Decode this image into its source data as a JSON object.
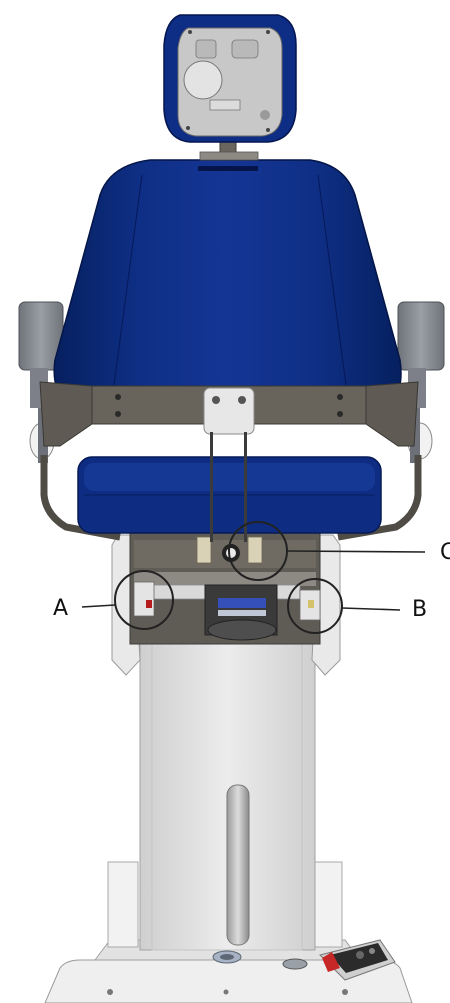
{
  "diagram": {
    "callouts": [
      {
        "id": "A",
        "label": "A"
      },
      {
        "id": "B",
        "label": "B"
      },
      {
        "id": "C",
        "label": "C"
      }
    ]
  },
  "colors": {
    "upholstery": "#0b2a7e",
    "upholstery_dark": "#061a57",
    "upholstery_light": "#1b3fa0",
    "frame_metal": "#6a665e",
    "column": "#e4e4e4",
    "base": "#f0f0f0",
    "armrest": "#8a8d94",
    "callout_line": "#222222",
    "foot_switch_red": "#c62828"
  },
  "icons": [
    "headrest",
    "backrest",
    "seat-cushion",
    "armrest-left",
    "armrest-right",
    "column",
    "base",
    "foot-pedal"
  ]
}
